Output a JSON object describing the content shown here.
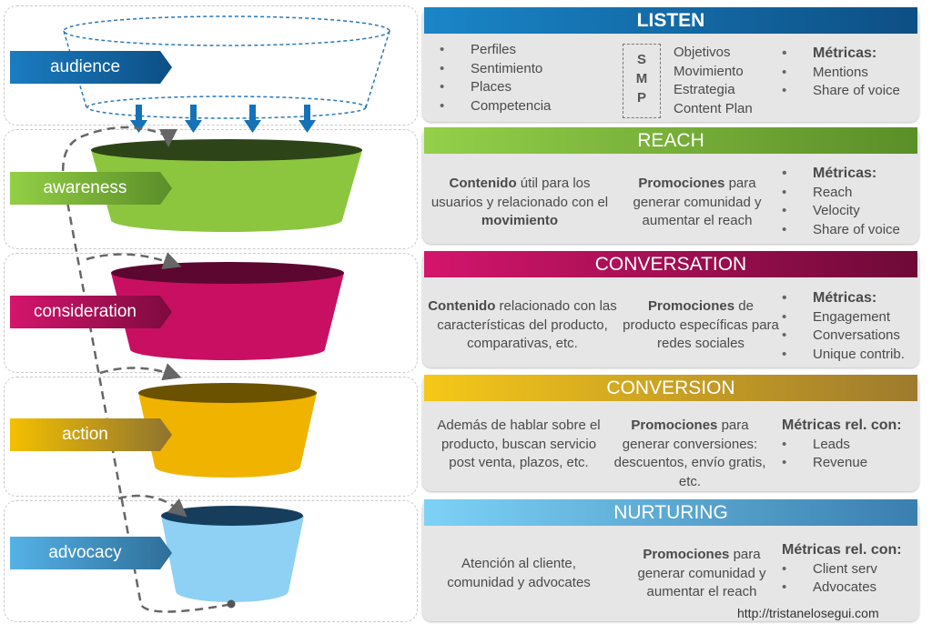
{
  "stages": [
    {
      "label": "audience",
      "color": "#1572b6",
      "color_dark": "#0d4f85"
    },
    {
      "label": "awareness",
      "color": "#8cc63f",
      "color_dark": "#5f962a"
    },
    {
      "label": "consideration",
      "color": "#c90f62",
      "color_dark": "#8d0b45"
    },
    {
      "label": "action",
      "color": "#f0b400",
      "color_dark": "#a8832b"
    },
    {
      "label": "advocacy",
      "color": "#4aa3d9",
      "color_dark": "#2b6a96"
    }
  ],
  "listen": {
    "title": "LISTEN",
    "items": [
      "Perfiles",
      "Sentimiento",
      "Places",
      "Competencia"
    ],
    "smp": [
      "S",
      "M",
      "P"
    ],
    "objectives": [
      "Objetivos",
      "Movimiento",
      "Estrategia",
      "Content Plan"
    ],
    "metrics_title": "Métricas:",
    "metrics": [
      "Mentions",
      "Share of voice"
    ]
  },
  "reach": {
    "title": "REACH",
    "content_bold": "Contenido",
    "content_rest": " útil para los usuarios y relacionado con el ",
    "content_bold2": "movimiento",
    "promo_bold": "Promociones",
    "promo_rest": " para generar comunidad y aumentar el reach",
    "metrics_title": "Métricas:",
    "metrics": [
      "Reach",
      "Velocity",
      "Share of voice"
    ]
  },
  "conversation": {
    "title": "CONVERSATION",
    "content_bold": "Contenido",
    "content_rest": " relacionado con las características del producto, comparativas, etc.",
    "promo_bold": "Promociones",
    "promo_rest": " de producto específicas para redes sociales",
    "metrics_title": "Métricas:",
    "metrics": [
      "Engagement",
      "Conversations",
      "Unique contrib."
    ]
  },
  "conversion": {
    "title": "CONVERSION",
    "content": "Además de hablar sobre el producto, buscan servicio post venta, plazos, etc.",
    "promo_bold": "Promociones",
    "promo_rest": " para generar conversiones: descuentos, envío gratis, etc.",
    "metrics_title": "Métricas rel. con:",
    "metrics": [
      "Leads",
      "Revenue"
    ]
  },
  "nurturing": {
    "title": "NURTURING",
    "content": "Atención al cliente, comunidad y advocates",
    "promo_bold": "Promociones",
    "promo_rest": " para generar comunidad y aumentar el reach",
    "metrics_title": "Métricas rel. con:",
    "metrics": [
      "Client serv",
      "Advocates"
    ]
  },
  "colors": {
    "listen": [
      "#1a86c8",
      "#0d4f85"
    ],
    "reach": [
      "#8cc63f",
      "#5f962a"
    ],
    "conversation": [
      "#d0136a",
      "#7a0a3e"
    ],
    "conversion": [
      "#f3c21a",
      "#a8832b"
    ],
    "nurturing": [
      "#6ec8ef",
      "#3c84b4"
    ]
  },
  "footer": "http://tristanelosegui.com"
}
